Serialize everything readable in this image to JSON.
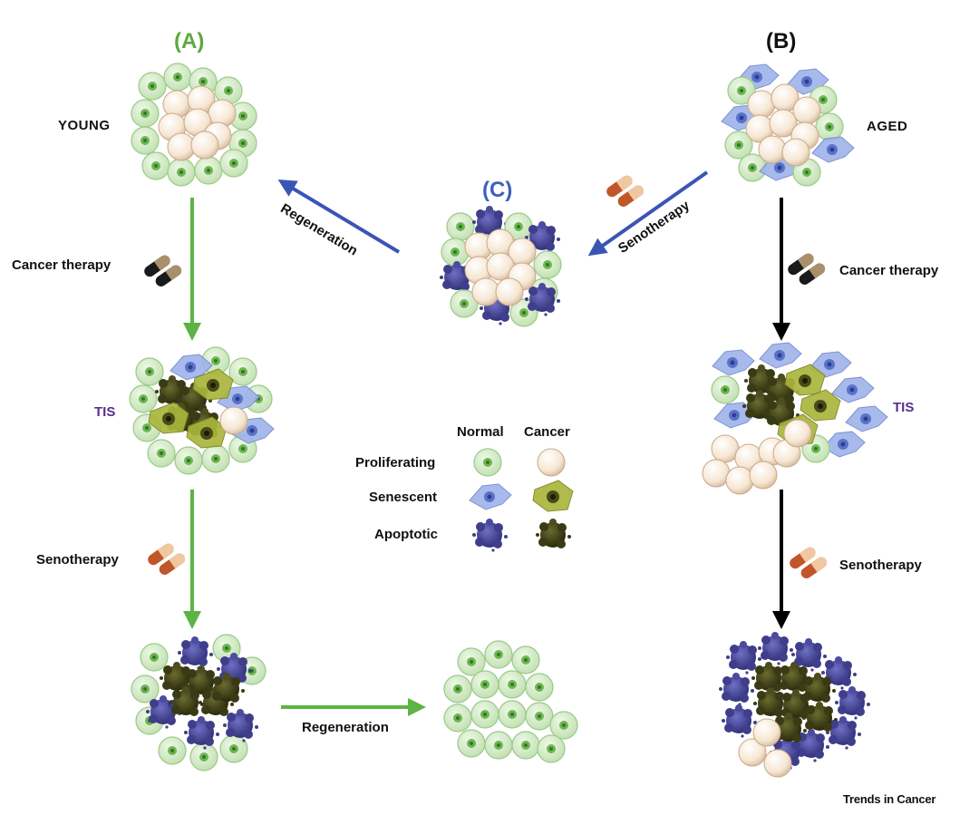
{
  "panels": {
    "a": {
      "letter": "(A)",
      "stage": "YOUNG",
      "tis": "TIS"
    },
    "b": {
      "letter": "(B)",
      "stage": "AGED",
      "tis": "TIS"
    },
    "c": {
      "letter": "(C)"
    }
  },
  "steps": {
    "a_cancer_therapy": "Cancer therapy",
    "a_senotherapy": "Senotherapy",
    "a_regeneration": "Regeneration",
    "b_cancer_therapy": "Cancer therapy",
    "b_senotherapy": "Senotherapy",
    "c_regeneration": "Regeneration",
    "c_senotherapy": "Senotherapy"
  },
  "legend": {
    "col_normal": "Normal",
    "col_cancer": "Cancer",
    "row_proliferating": "Proliferating",
    "row_senescent": "Senescent",
    "row_apoptotic": "Apoptotic"
  },
  "credit": "Trends in Cancer",
  "colors": {
    "panel_a": "#5aaa3c",
    "panel_c": "#3f5fbf",
    "arrow_green": "#5bb443",
    "arrow_blue": "#3b55b5",
    "arrow_black": "#000000",
    "normal_cell": "#d4ecc8",
    "cancer_cell": "#f6e6d2",
    "senescent_normal": "#8fa6e6",
    "senescent_cancer": "#a7b23a",
    "apoptotic_normal": "#3f3e8c",
    "apoptotic_cancer": "#3a3a14",
    "tis_text": "#5a2d91"
  },
  "icons": [
    "capsule-dark-icon",
    "capsule-orange-icon"
  ]
}
